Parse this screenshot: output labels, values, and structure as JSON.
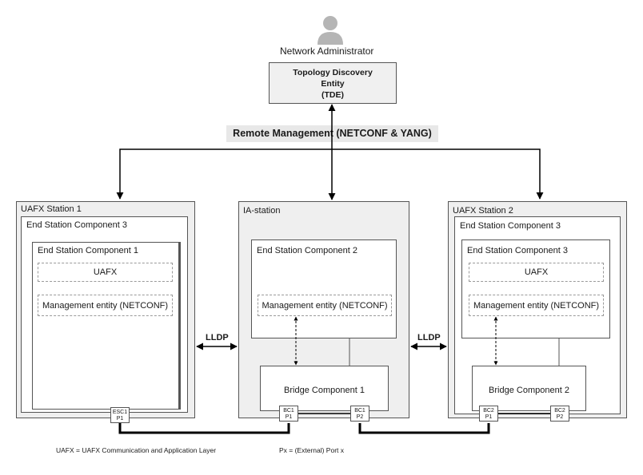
{
  "top": {
    "admin_label": "Network Administrator",
    "tde_line1": "Topology Discovery",
    "tde_line2": "Entity",
    "tde_line3": "(TDE)",
    "remote_label": "Remote Management (NETCONF & YANG)"
  },
  "station1": {
    "title": "UAFX Station 1",
    "esc3": "End Station Component 3",
    "esc1": "End Station Component 1",
    "uafx": "UAFX",
    "mgmt": "Management entity (NETCONF)",
    "port_a": "ESC1",
    "port_b": "P1"
  },
  "ia_station": {
    "title": "IA-station",
    "esc2": "End Station Component 2",
    "mgmt": "Management entity (NETCONF)",
    "bridge": "Bridge Component 1",
    "port1_a": "BC1",
    "port1_b": "P1",
    "port2_a": "BC1",
    "port2_b": "P2"
  },
  "station2": {
    "title": "UAFX Station 2",
    "esc3_outer": "End Station Component 3",
    "esc3_inner": "End Station Component 3",
    "uafx": "UAFX",
    "mgmt": "Management entity (NETCONF)",
    "bridge": "Bridge Component 2",
    "port1_a": "BC2",
    "port1_b": "P1",
    "port2_a": "BC2",
    "port2_b": "P2"
  },
  "links": {
    "lldp_left": "LLDP",
    "lldp_right": "LLDP"
  },
  "legend": {
    "uafx_def": "UAFX = UAFX Communication and Application Layer",
    "port_def": "Px  = (External) Port x"
  },
  "colors": {
    "station_bg": "#efefef",
    "border": "#555555",
    "dashed": "#9a9a9a",
    "admin_icon": "#b5b5b5"
  }
}
